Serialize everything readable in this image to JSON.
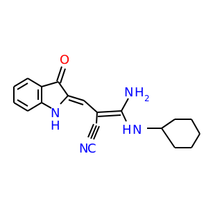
{
  "colors": {
    "bond": "#000000",
    "oxygen": "#ff0000",
    "nitrogen": "#0000ff",
    "background": "#ffffff"
  },
  "atoms": {
    "carbonyl_oxygen": "O",
    "indole_nh": "N",
    "indole_nh_h": "H",
    "nitrile_n": "N",
    "nitrile_c": "C",
    "amine_n": "N",
    "amine_h": "H",
    "amine_subscript": "2",
    "cyclohexyl_nh_h": "H",
    "cyclohexyl_nh_n": "N"
  }
}
